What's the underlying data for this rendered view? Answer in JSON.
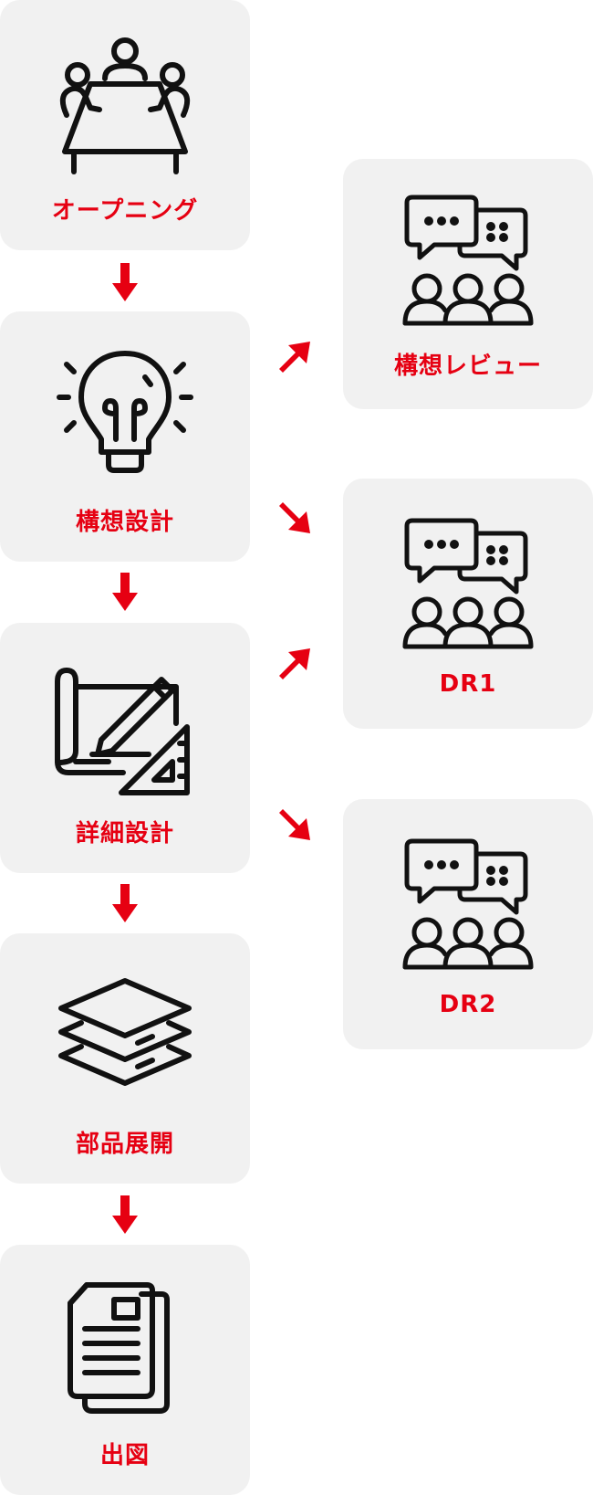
{
  "accent_color": "#e60012",
  "card_color": "#f1f1f1",
  "main_steps": [
    {
      "label": "オープニング",
      "icon": "meeting-table-icon"
    },
    {
      "label": "構想設計",
      "icon": "lightbulb-icon"
    },
    {
      "label": "詳細設計",
      "icon": "blueprint-drafting-icon"
    },
    {
      "label": "部品展開",
      "icon": "layers-icon"
    },
    {
      "label": "出図",
      "icon": "documents-icon"
    }
  ],
  "review_steps": [
    {
      "label": "構想レビュー",
      "icon": "group-discussion-icon"
    },
    {
      "label": "DR1",
      "icon": "group-discussion-icon"
    },
    {
      "label": "DR2",
      "icon": "group-discussion-icon"
    }
  ]
}
